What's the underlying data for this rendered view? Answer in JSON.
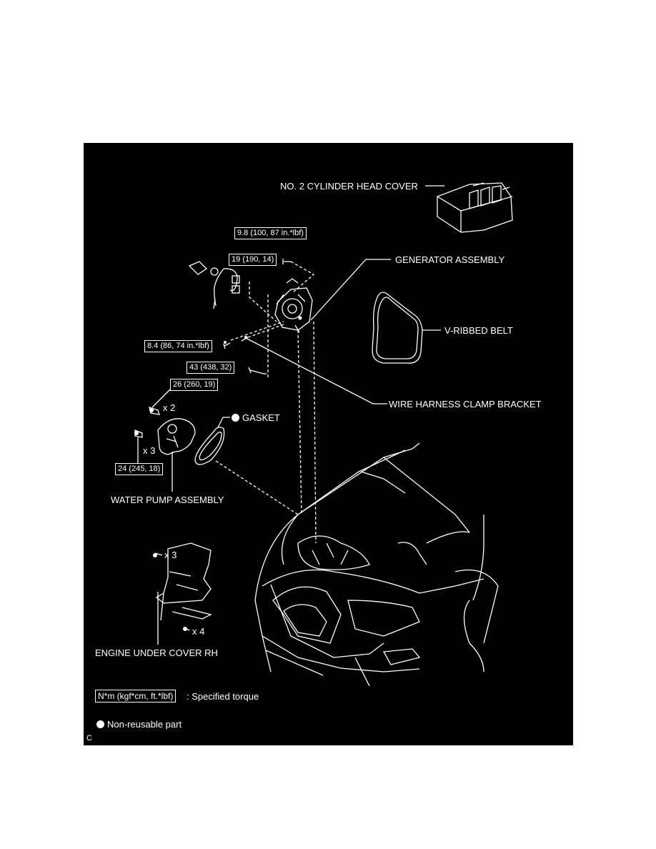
{
  "colors": {
    "background": "#000000",
    "linework": "#ffffff",
    "page": "#ffffff"
  },
  "labels": {
    "cylinder_head_cover": "NO. 2 CYLINDER HEAD COVER",
    "generator_assembly": "GENERATOR ASSEMBLY",
    "v_ribbed_belt": "V-RIBBED BELT",
    "wire_harness_clamp_bracket": "WIRE HARNESS CLAMP BRACKET",
    "gasket": "GASKET",
    "water_pump_assembly": "WATER PUMP ASSEMBLY",
    "engine_under_cover_rh": "ENGINE UNDER COVER RH"
  },
  "torques": {
    "t1": "9.8 (100, 87 in.*lbf)",
    "t2": "19 (190, 14)",
    "t3": "8.4 (86, 74 in.*lbf)",
    "t4": "43 (438, 32)",
    "t5": "26 (260, 19)",
    "t6": "24 (245, 18)"
  },
  "multipliers": {
    "pump_bolt_upper": "x 2",
    "pump_bolt_lower": "x 3",
    "cover_upper": "x 3",
    "cover_lower": "x 4"
  },
  "legend": {
    "torque_unit": "N*m (kgf*cm, ft.*lbf)",
    "torque_desc": ": Specified torque",
    "nonreusable": "Non-reusable part"
  },
  "corner_code": "C"
}
